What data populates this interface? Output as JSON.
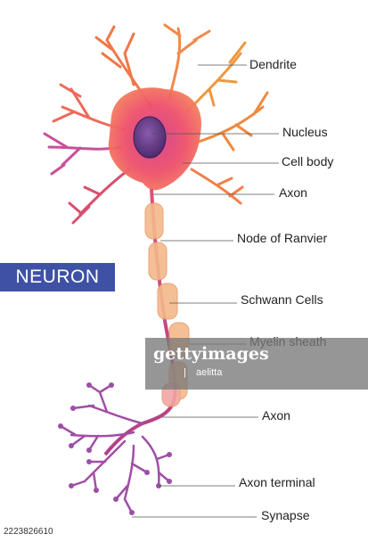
{
  "diagram": {
    "title": "NEURON",
    "labels": {
      "dendrite": "Dendrite",
      "nucleus": "Nucleus",
      "cell_body": "Cell body",
      "axon_upper": "Axon",
      "node_of_ranvier": "Node of Ranvier",
      "schwann_cells": "Schwann Cells",
      "myelin_sheath": "Myelin sheath",
      "axon_lower": "Axon",
      "axon_terminal": "Axon terminal",
      "synapse": "Synapse"
    },
    "colors": {
      "title_bg": "#3f51a5",
      "soma": "#ec4f6e",
      "nucleus": "#6b3c8c",
      "myelin": "#f4b98a",
      "terminal": "#9b4fa6"
    }
  },
  "watermark": {
    "logo": "gettyimages",
    "credit": "aelitta",
    "image_id": "2223826610"
  }
}
